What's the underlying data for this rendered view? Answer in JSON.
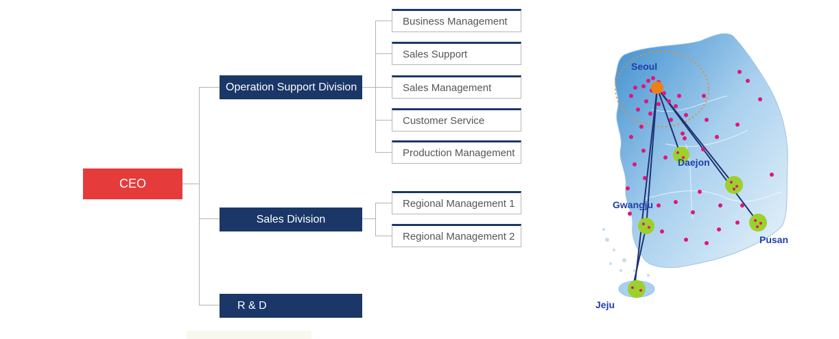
{
  "ceo": "CEO",
  "divisions": [
    {
      "label": "Operation Support Division",
      "departments": [
        "Business Management",
        "Sales Support",
        "Sales Management",
        "Customer Service",
        "Production Management"
      ]
    },
    {
      "label": "Sales Division",
      "departments": [
        "Regional Management 1",
        "Regional Management 2"
      ]
    },
    {
      "label": "R & D",
      "departments": []
    }
  ],
  "map": {
    "cities": {
      "seoul": "Seoul",
      "daejon": "Daejon",
      "gwangju": "Gwangju",
      "pusan": "Pusan",
      "jeju": "Jeju"
    }
  },
  "colors": {
    "ceo": "#e63b3b",
    "division": "#1a3768",
    "hub": "#9bd12a",
    "branch_dot": "#e0157a",
    "seoul_marker": "#f07f12"
  }
}
